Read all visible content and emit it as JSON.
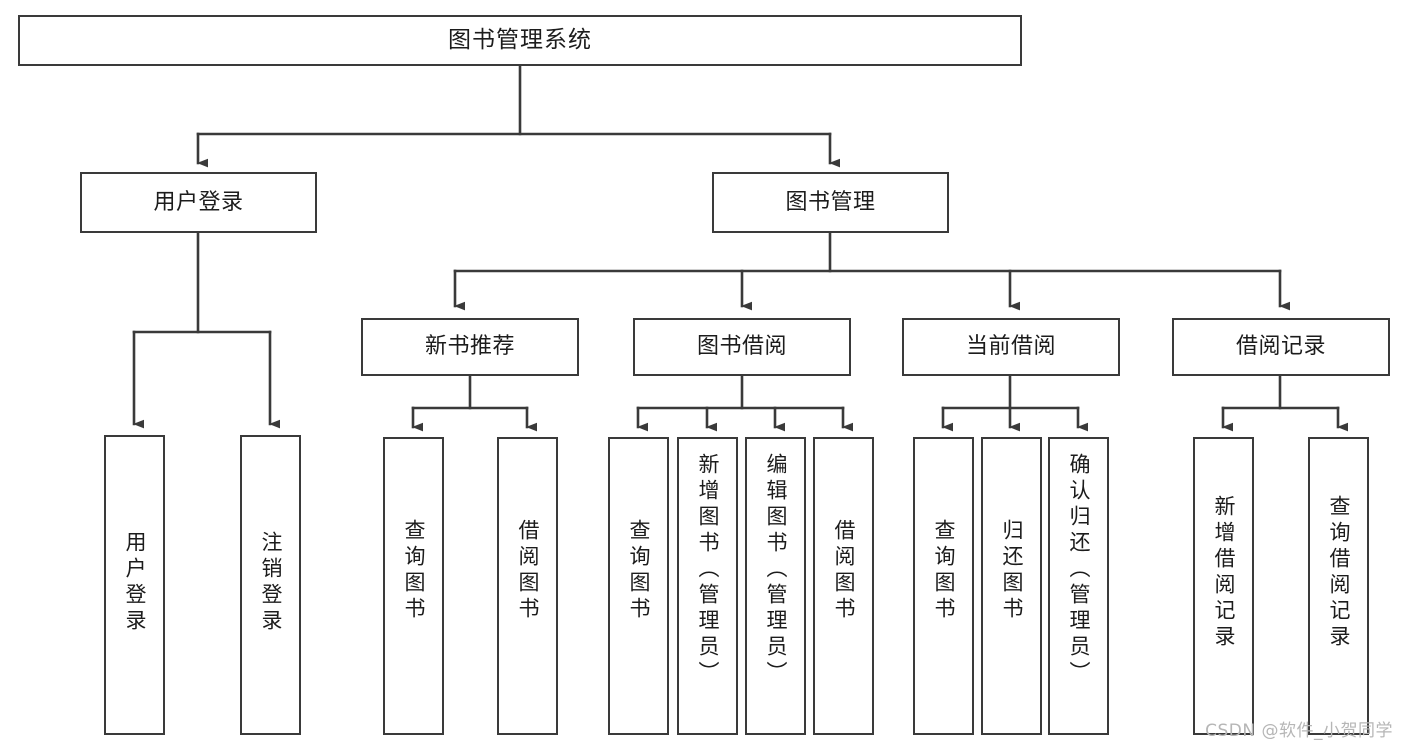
{
  "diagram": {
    "title": "图书管理系统",
    "type": "tree-hierarchy",
    "stroke_color": "#3a3a3a",
    "text_color": "#1c1c1c",
    "background_color": "#ffffff"
  },
  "nodes": {
    "root": {
      "label": "图书管理系统"
    },
    "level1": [
      {
        "id": "user-login",
        "label": "用户登录"
      },
      {
        "id": "book-manage",
        "label": "图书管理"
      }
    ],
    "level2": [
      {
        "id": "new-book-rec",
        "label": "新书推荐"
      },
      {
        "id": "book-borrow",
        "label": "图书借阅"
      },
      {
        "id": "current-borrow",
        "label": "当前借阅"
      },
      {
        "id": "borrow-record",
        "label": "借阅记录"
      }
    ],
    "leaves": {
      "user_login": [
        {
          "id": "leaf-user-login",
          "label": "用户登录"
        },
        {
          "id": "leaf-user-logout",
          "label": "注销登录"
        }
      ],
      "new_book_rec": [
        {
          "id": "leaf-query-book-1",
          "label": "查询图书"
        },
        {
          "id": "leaf-borrow-book-1",
          "label": "借阅图书"
        }
      ],
      "book_borrow": [
        {
          "id": "leaf-query-book-2",
          "label": "查询图书"
        },
        {
          "id": "leaf-add-book",
          "label": "新增图书（管理员）"
        },
        {
          "id": "leaf-edit-book",
          "label": "编辑图书（管理员）"
        },
        {
          "id": "leaf-borrow-book-2",
          "label": "借阅图书"
        }
      ],
      "current_borrow": [
        {
          "id": "leaf-query-book-3",
          "label": "查询图书"
        },
        {
          "id": "leaf-return-book",
          "label": "归还图书"
        },
        {
          "id": "leaf-confirm-return",
          "label": "确认归还（管理员）"
        }
      ],
      "borrow_record": [
        {
          "id": "leaf-add-record",
          "label": "新增借阅记录"
        },
        {
          "id": "leaf-query-record",
          "label": "查询借阅记录"
        }
      ]
    }
  },
  "watermark": {
    "text": "CSDN @软件_小贺同学"
  }
}
